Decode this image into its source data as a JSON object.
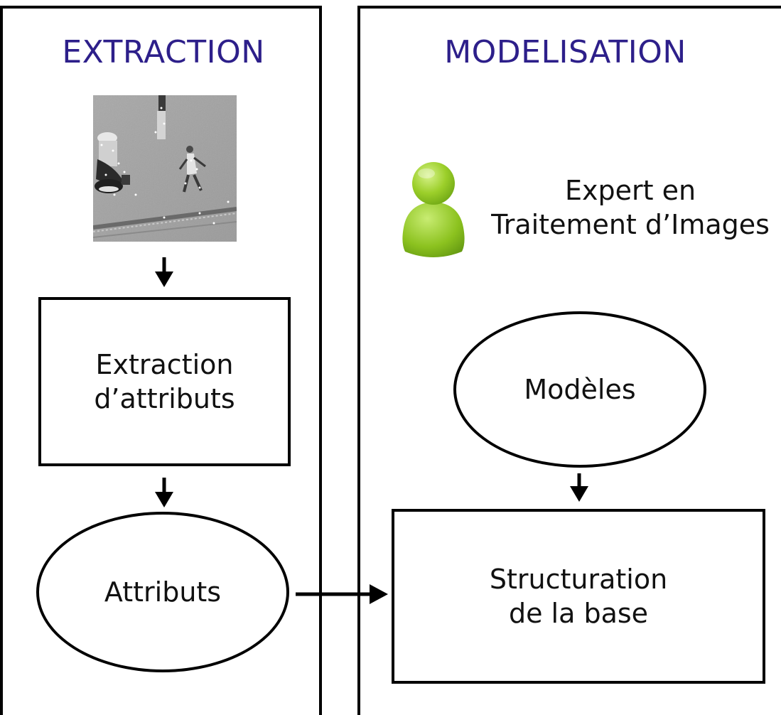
{
  "lanes": {
    "extraction": {
      "title": "EXTRACTION"
    },
    "modelisation": {
      "title": "MODELISATION"
    }
  },
  "nodes": {
    "extraction_box": {
      "line1": "Extraction",
      "line2": "d’attributs"
    },
    "attributs": {
      "label": "Attributs"
    },
    "expert": {
      "line1": "Expert en",
      "line2": "Traitement d’Images"
    },
    "modeles": {
      "label": "Modèles"
    },
    "structuration": {
      "line1": "Structuration",
      "line2": "de la base"
    }
  },
  "icons": {
    "frame": "video-frame-thumbnail",
    "expert": "user-person-icon"
  },
  "colors": {
    "title": "#2d1f8a",
    "border": "#000000",
    "person": "#8cc21f"
  }
}
